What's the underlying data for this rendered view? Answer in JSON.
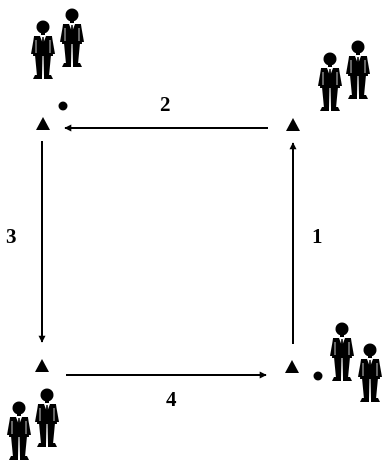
{
  "colors": {
    "ink": "#000000",
    "figure_highlight": "#ffffff",
    "background": "#ffffff"
  },
  "labels": {
    "step_1": "1",
    "step_2": "2",
    "step_3": "3",
    "step_4": "4"
  },
  "icons": {
    "cone": "triangle-cone-icon",
    "ball": "ball-icon",
    "player": "standing-person-icon"
  }
}
